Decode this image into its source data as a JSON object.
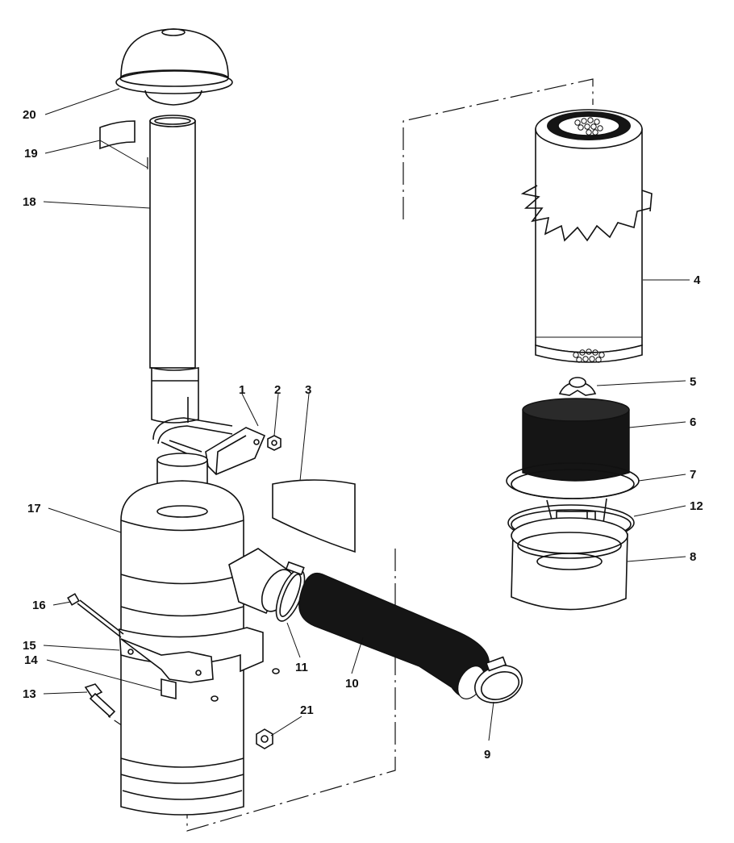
{
  "figure": {
    "callouts": [
      {
        "id": "part-1",
        "label": "1"
      },
      {
        "id": "part-2",
        "label": "2"
      },
      {
        "id": "part-3",
        "label": "3"
      },
      {
        "id": "part-4",
        "label": "4"
      },
      {
        "id": "part-5",
        "label": "5"
      },
      {
        "id": "part-6",
        "label": "6"
      },
      {
        "id": "part-7",
        "label": "7"
      },
      {
        "id": "part-8",
        "label": "8"
      },
      {
        "id": "part-9",
        "label": "9"
      },
      {
        "id": "part-10",
        "label": "10"
      },
      {
        "id": "part-11",
        "label": "11"
      },
      {
        "id": "part-12",
        "label": "12"
      },
      {
        "id": "part-13",
        "label": "13"
      },
      {
        "id": "part-14",
        "label": "14"
      },
      {
        "id": "part-15",
        "label": "15"
      },
      {
        "id": "part-16",
        "label": "16"
      },
      {
        "id": "part-17",
        "label": "17"
      },
      {
        "id": "part-18",
        "label": "18"
      },
      {
        "id": "part-19",
        "label": "19"
      },
      {
        "id": "part-20",
        "label": "20"
      },
      {
        "id": "part-21",
        "label": "21"
      }
    ],
    "colors": {
      "ink": "#111111",
      "paper": "#ffffff",
      "filter-element": "#151515"
    }
  }
}
